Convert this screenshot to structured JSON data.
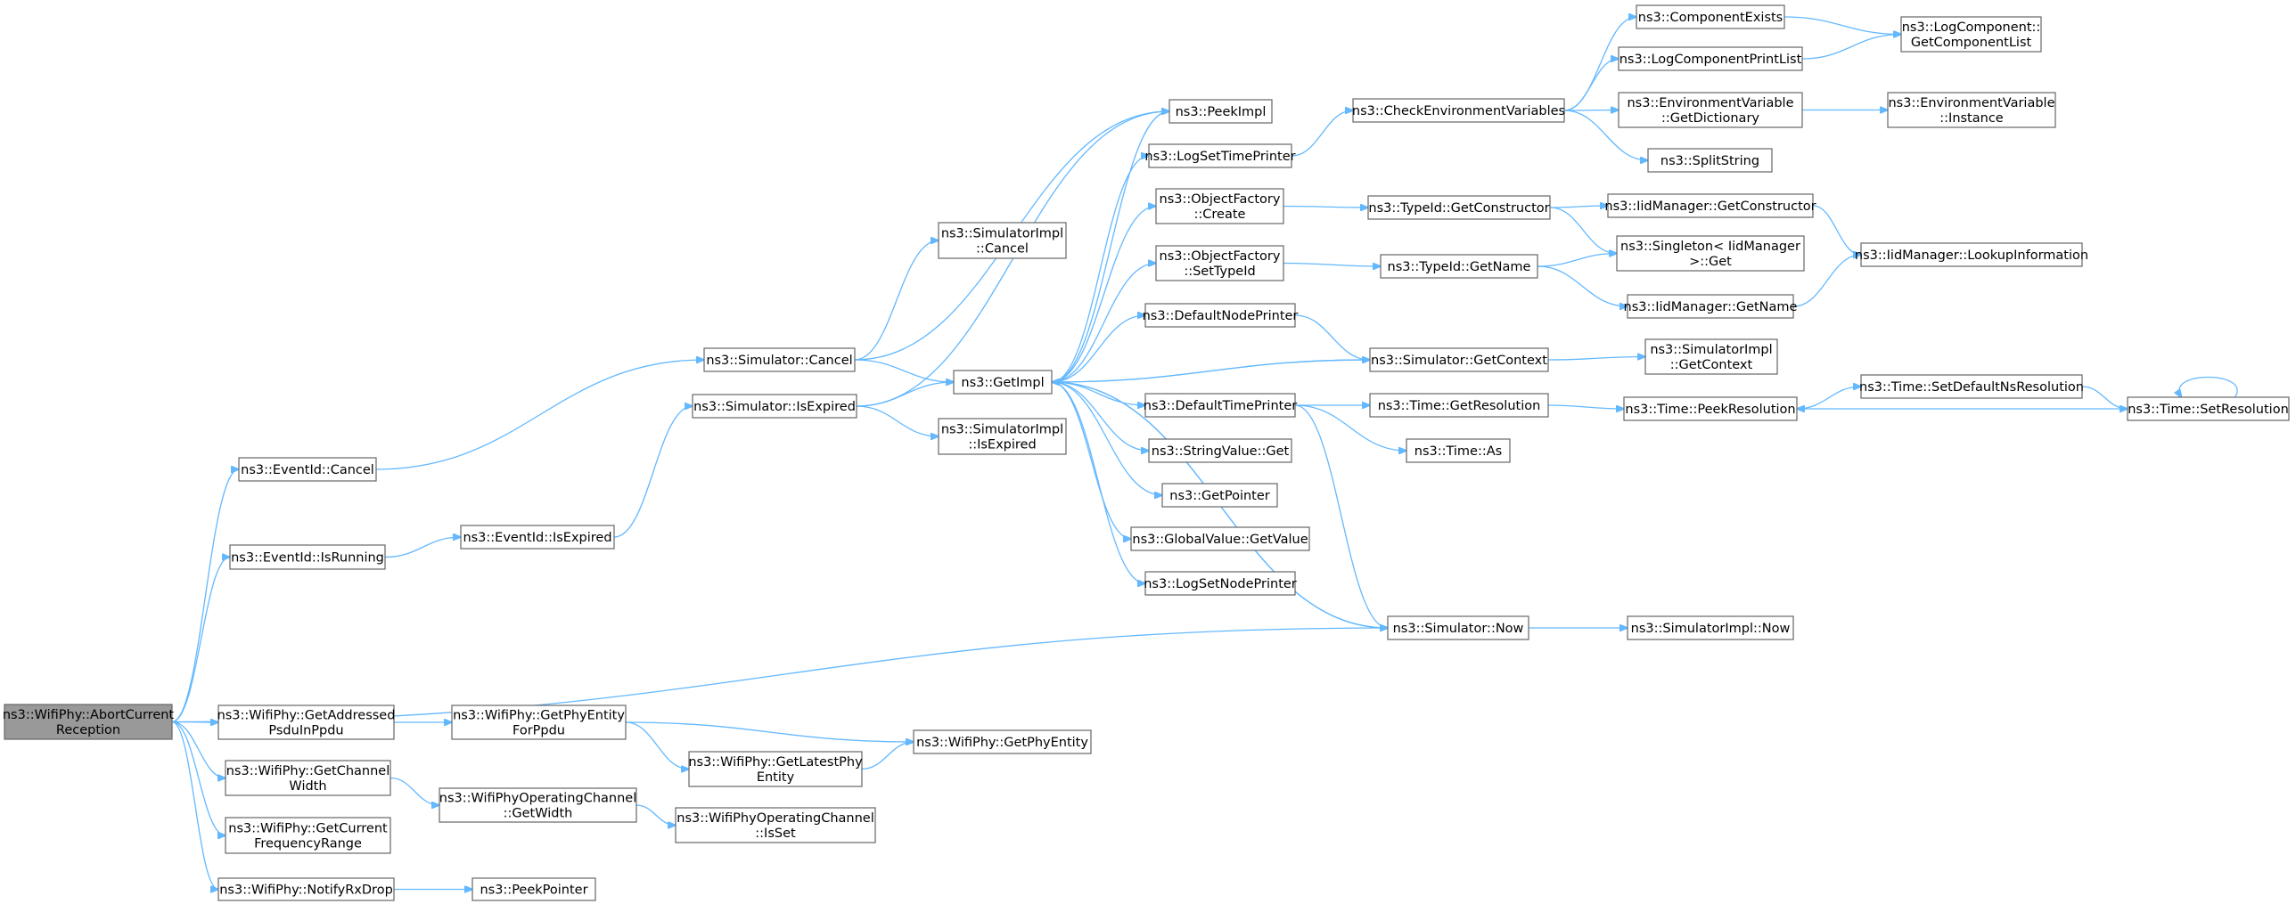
{
  "colors": {
    "edge": "#63b8ff",
    "root_fill": "#999999",
    "node_fill": "#ffffff",
    "node_border": "#666666"
  },
  "nodes": [
    {
      "id": "root",
      "lines": [
        "ns3::WifiPhy::AbortCurrent",
        "Reception"
      ],
      "root": true
    },
    {
      "id": "evcancel",
      "lines": [
        "ns3::EventId::Cancel"
      ]
    },
    {
      "id": "evrunning",
      "lines": [
        "ns3::EventId::IsRunning"
      ]
    },
    {
      "id": "getaddr",
      "lines": [
        "ns3::WifiPhy::GetAddressed",
        "PsduInPpdu"
      ]
    },
    {
      "id": "getchw",
      "lines": [
        "ns3::WifiPhy::GetChannel",
        "Width"
      ]
    },
    {
      "id": "getfreq",
      "lines": [
        "ns3::WifiPhy::GetCurrent",
        "FrequencyRange"
      ]
    },
    {
      "id": "notify",
      "lines": [
        "ns3::WifiPhy::NotifyRxDrop"
      ]
    },
    {
      "id": "evexpired",
      "lines": [
        "ns3::EventId::IsExpired"
      ]
    },
    {
      "id": "simcancel",
      "lines": [
        "ns3::Simulator::Cancel"
      ]
    },
    {
      "id": "simexpired",
      "lines": [
        "ns3::Simulator::IsExpired"
      ]
    },
    {
      "id": "getentfor",
      "lines": [
        "ns3::WifiPhy::GetPhyEntity",
        "ForPpdu"
      ]
    },
    {
      "id": "opwidth",
      "lines": [
        "ns3::WifiPhyOperatingChannel",
        "::GetWidth"
      ]
    },
    {
      "id": "peekptr",
      "lines": [
        "ns3::PeekPointer"
      ]
    },
    {
      "id": "implcancel",
      "lines": [
        "ns3::SimulatorImpl",
        "::Cancel"
      ]
    },
    {
      "id": "getimpl",
      "lines": [
        "ns3::GetImpl"
      ]
    },
    {
      "id": "implexpired",
      "lines": [
        "ns3::SimulatorImpl",
        "::IsExpired"
      ]
    },
    {
      "id": "latest",
      "lines": [
        "ns3::WifiPhy::GetLatestPhy",
        "Entity"
      ]
    },
    {
      "id": "isset",
      "lines": [
        "ns3::WifiPhyOperatingChannel",
        "::IsSet"
      ]
    },
    {
      "id": "getent",
      "lines": [
        "ns3::WifiPhy::GetPhyEntity"
      ]
    },
    {
      "id": "peekimpl",
      "lines": [
        "ns3::PeekImpl"
      ]
    },
    {
      "id": "logtime",
      "lines": [
        "ns3::LogSetTimePrinter"
      ]
    },
    {
      "id": "ofcreate",
      "lines": [
        "ns3::ObjectFactory",
        "::Create"
      ]
    },
    {
      "id": "ofsettid",
      "lines": [
        "ns3::ObjectFactory",
        "::SetTypeId"
      ]
    },
    {
      "id": "defnode",
      "lines": [
        "ns3::DefaultNodePrinter"
      ]
    },
    {
      "id": "deftime",
      "lines": [
        "ns3::DefaultTimePrinter"
      ]
    },
    {
      "id": "strget",
      "lines": [
        "ns3::StringValue::Get"
      ]
    },
    {
      "id": "getptr",
      "lines": [
        "ns3::GetPointer"
      ]
    },
    {
      "id": "gvget",
      "lines": [
        "ns3::GlobalValue::GetValue"
      ]
    },
    {
      "id": "lognode",
      "lines": [
        "ns3::LogSetNodePrinter"
      ]
    },
    {
      "id": "checkenv",
      "lines": [
        "ns3::CheckEnvironmentVariables"
      ]
    },
    {
      "id": "tidctor",
      "lines": [
        "ns3::TypeId::GetConstructor"
      ]
    },
    {
      "id": "tidname",
      "lines": [
        "ns3::TypeId::GetName"
      ]
    },
    {
      "id": "simctx",
      "lines": [
        "ns3::Simulator::GetContext"
      ]
    },
    {
      "id": "timeres",
      "lines": [
        "ns3::Time::GetResolution"
      ]
    },
    {
      "id": "timeas",
      "lines": [
        "ns3::Time::As"
      ]
    },
    {
      "id": "simnow",
      "lines": [
        "ns3::Simulator::Now"
      ]
    },
    {
      "id": "compexists",
      "lines": [
        "ns3::ComponentExists"
      ]
    },
    {
      "id": "logcomplist",
      "lines": [
        "ns3::LogComponentPrintList"
      ]
    },
    {
      "id": "envdict",
      "lines": [
        "ns3::EnvironmentVariable",
        "::GetDictionary"
      ]
    },
    {
      "id": "split",
      "lines": [
        "ns3::SplitString"
      ]
    },
    {
      "id": "iidctor",
      "lines": [
        "ns3::IidManager::GetConstructor"
      ]
    },
    {
      "id": "singleton",
      "lines": [
        "ns3::Singleton< IidManager",
        ">::Get"
      ]
    },
    {
      "id": "iidname",
      "lines": [
        "ns3::IidManager::GetName"
      ]
    },
    {
      "id": "implctx",
      "lines": [
        "ns3::SimulatorImpl",
        "::GetContext"
      ]
    },
    {
      "id": "peekres",
      "lines": [
        "ns3::Time::PeekResolution"
      ]
    },
    {
      "id": "implnow",
      "lines": [
        "ns3::SimulatorImpl::Now"
      ]
    },
    {
      "id": "getcomplist",
      "lines": [
        "ns3::LogComponent::",
        "GetComponentList"
      ]
    },
    {
      "id": "envinst",
      "lines": [
        "ns3::EnvironmentVariable",
        "::Instance"
      ]
    },
    {
      "id": "lookup",
      "lines": [
        "ns3::IidManager::LookupInformation"
      ]
    },
    {
      "id": "setdefres",
      "lines": [
        "ns3::Time::SetDefaultNsResolution"
      ]
    },
    {
      "id": "setres",
      "lines": [
        "ns3::Time::SetResolution"
      ]
    }
  ],
  "edges": [
    [
      "root",
      "evcancel"
    ],
    [
      "root",
      "evrunning"
    ],
    [
      "root",
      "simnow"
    ],
    [
      "root",
      "getaddr"
    ],
    [
      "root",
      "getchw"
    ],
    [
      "root",
      "getfreq"
    ],
    [
      "root",
      "notify"
    ],
    [
      "evcancel",
      "simcancel"
    ],
    [
      "evrunning",
      "evexpired"
    ],
    [
      "evexpired",
      "simexpired"
    ],
    [
      "simcancel",
      "implcancel"
    ],
    [
      "simcancel",
      "getimpl"
    ],
    [
      "simcancel",
      "peekimpl"
    ],
    [
      "simexpired",
      "getimpl"
    ],
    [
      "simexpired",
      "implexpired"
    ],
    [
      "simexpired",
      "peekimpl"
    ],
    [
      "getimpl",
      "peekimpl"
    ],
    [
      "getimpl",
      "logtime"
    ],
    [
      "getimpl",
      "ofcreate"
    ],
    [
      "getimpl",
      "ofsettid"
    ],
    [
      "getimpl",
      "defnode"
    ],
    [
      "getimpl",
      "deftime"
    ],
    [
      "getimpl",
      "strget"
    ],
    [
      "getimpl",
      "getptr"
    ],
    [
      "getimpl",
      "gvget"
    ],
    [
      "getimpl",
      "lognode"
    ],
    [
      "getimpl",
      "simnow"
    ],
    [
      "getimpl",
      "simctx"
    ],
    [
      "logtime",
      "checkenv"
    ],
    [
      "checkenv",
      "compexists"
    ],
    [
      "checkenv",
      "logcomplist"
    ],
    [
      "checkenv",
      "envdict"
    ],
    [
      "checkenv",
      "split"
    ],
    [
      "compexists",
      "getcomplist"
    ],
    [
      "logcomplist",
      "getcomplist"
    ],
    [
      "envdict",
      "envinst"
    ],
    [
      "ofcreate",
      "tidctor"
    ],
    [
      "tidctor",
      "iidctor"
    ],
    [
      "tidctor",
      "singleton"
    ],
    [
      "iidctor",
      "lookup"
    ],
    [
      "ofsettid",
      "tidname"
    ],
    [
      "tidname",
      "singleton"
    ],
    [
      "tidname",
      "iidname"
    ],
    [
      "iidname",
      "lookup"
    ],
    [
      "defnode",
      "simctx"
    ],
    [
      "simctx",
      "getimpl"
    ],
    [
      "simctx",
      "implctx"
    ],
    [
      "deftime",
      "timeres"
    ],
    [
      "deftime",
      "timeas"
    ],
    [
      "deftime",
      "simnow"
    ],
    [
      "timeres",
      "peekres"
    ],
    [
      "peekres",
      "setdefres"
    ],
    [
      "setdefres",
      "setres"
    ],
    [
      "setres",
      "peekres"
    ],
    [
      "setres",
      "setres"
    ],
    [
      "simnow",
      "implnow"
    ],
    [
      "simnow",
      "getimpl"
    ],
    [
      "getaddr",
      "getentfor"
    ],
    [
      "getentfor",
      "getent"
    ],
    [
      "getentfor",
      "latest"
    ],
    [
      "latest",
      "getent"
    ],
    [
      "getchw",
      "opwidth"
    ],
    [
      "opwidth",
      "isset"
    ],
    [
      "notify",
      "peekptr"
    ]
  ]
}
